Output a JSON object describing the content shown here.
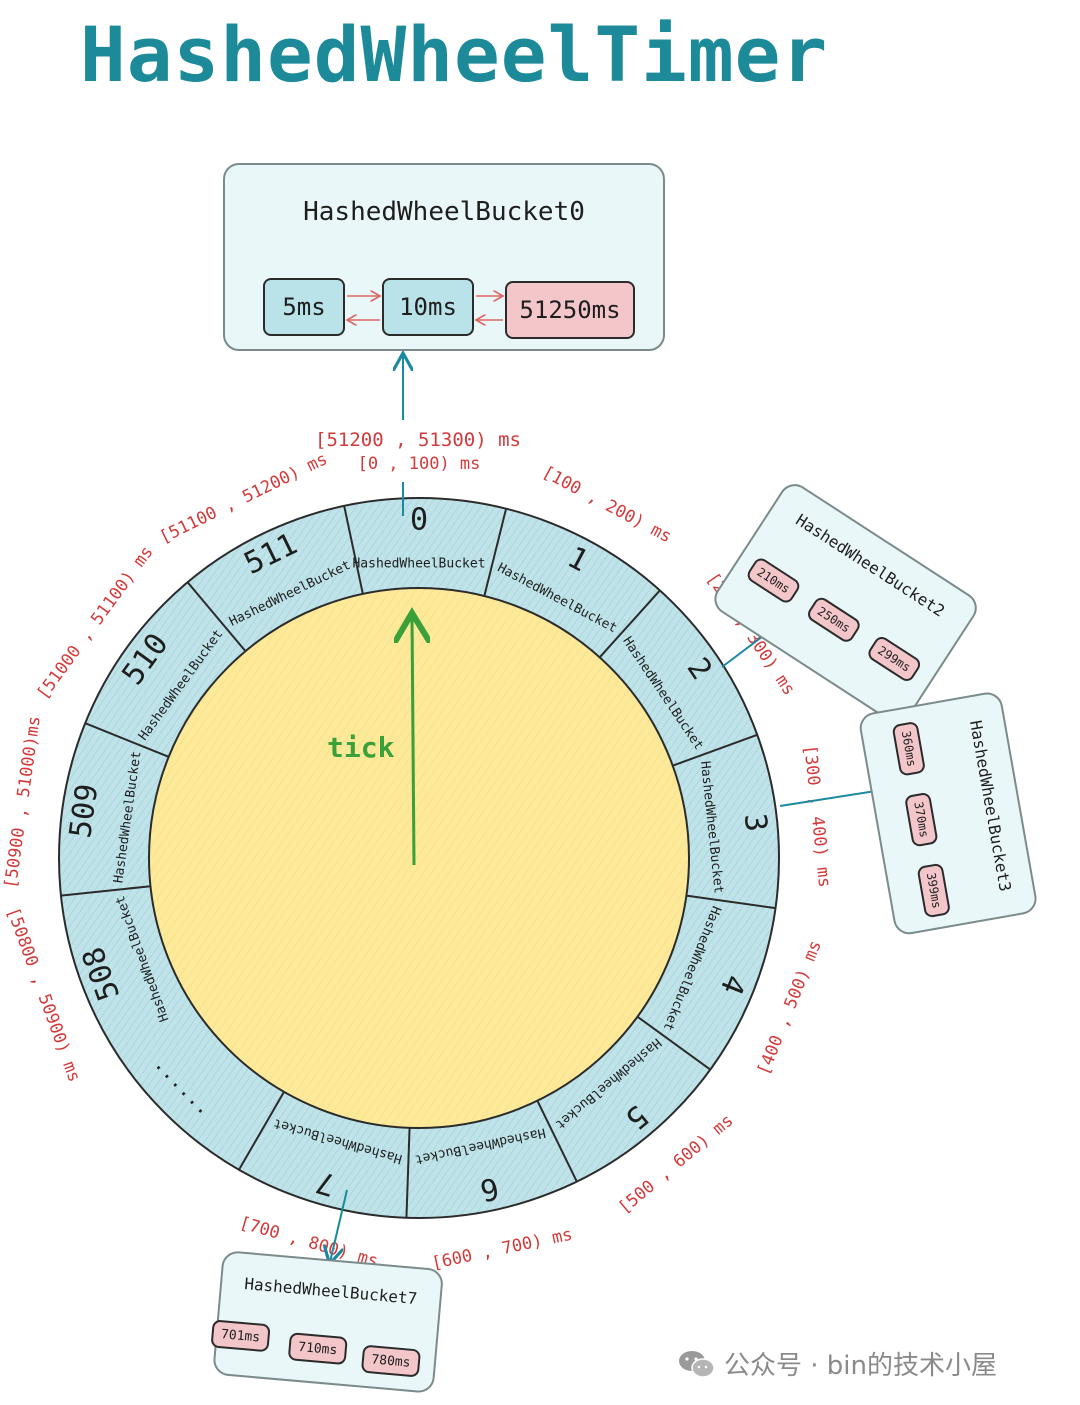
{
  "title": "HashedWheelTimer",
  "wheel": {
    "slots": [
      {
        "index": "0",
        "bucket_label": "HashedWheelBucket",
        "range": "[0 , 100) ms"
      },
      {
        "index": "1",
        "bucket_label": "HashedWheelBucket",
        "range": "[100 , 200) ms"
      },
      {
        "index": "2",
        "bucket_label": "HashedWheelBucket",
        "range": "[200 , 300) ms"
      },
      {
        "index": "3",
        "bucket_label": "HashedWheelBucket",
        "range": "[300 , 400) ms"
      },
      {
        "index": "4",
        "bucket_label": "HashedWheelBucket",
        "range": "[400 , 500) ms"
      },
      {
        "index": "5",
        "bucket_label": "HashedWheelBucket",
        "range": "[500 , 600) ms"
      },
      {
        "index": "6",
        "bucket_label": "HashedWheelBucket",
        "range": "[600 , 700) ms"
      },
      {
        "index": "7",
        "bucket_label": "HashedWheelBucket",
        "range": "[700 , 800) ms"
      },
      {
        "index": "......",
        "bucket_label": "",
        "range": ""
      },
      {
        "index": "508",
        "bucket_label": "HashedWheelBucket",
        "range": "[50800 , 50900) ms"
      },
      {
        "index": "509",
        "bucket_label": "HashedWheelBucket",
        "range": "[50900 , 51000)ms"
      },
      {
        "index": "510",
        "bucket_label": "HashedWheelBucket",
        "range": "[51000 , 51100) ms"
      },
      {
        "index": "511",
        "bucket_label": "HashedWheelBucket",
        "range": "[51100 , 51200) ms"
      }
    ],
    "extra_range_slot0": "[51200 , 51300) ms",
    "tick_label": "tick"
  },
  "buckets": {
    "bucket0": {
      "title": "HashedWheelBucket0",
      "tasks": [
        "5ms",
        "10ms",
        "51250ms"
      ]
    },
    "bucket2": {
      "title": "HashedWheelBucket2",
      "tasks": [
        "210ms",
        "250ms",
        "299ms"
      ]
    },
    "bucket3": {
      "title": "HashedWheelBucket3",
      "tasks": [
        "360ms",
        "370ms",
        "399ms"
      ]
    },
    "bucket7": {
      "title": "HashedWheelBucket7",
      "tasks": [
        "701ms",
        "710ms",
        "780ms"
      ]
    }
  },
  "colors": {
    "title": "#1d8a9a",
    "ring_fill": "#bfe3e8",
    "inner_fill": "#fde99a",
    "tick_arrow": "#3aa03a",
    "range_text": "#d33a3a",
    "connector": "#1b8aa0",
    "task_red": "#f3c6c9",
    "task_teal": "#b9e3e8"
  },
  "watermark": "公众号 · bin的技术小屋"
}
